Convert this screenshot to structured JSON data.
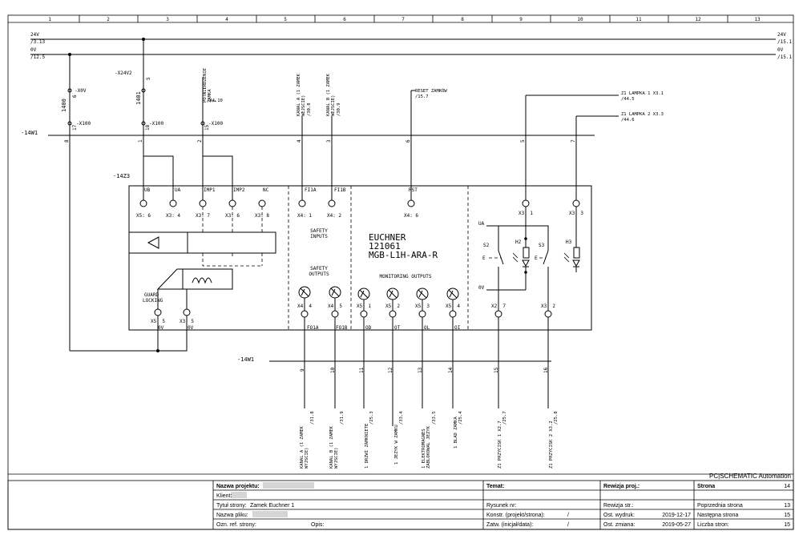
{
  "grid": {
    "columns": [
      "1",
      "2",
      "3",
      "4",
      "5",
      "6",
      "7",
      "8",
      "9",
      "10",
      "11",
      "12",
      "13"
    ]
  },
  "rails": {
    "rail_24v": {
      "label": "24V",
      "ref": "/3.13",
      "label_right": "24V",
      "ref_right": "/15.1"
    },
    "rail_0v": {
      "label": "0V",
      "ref": "/12.5",
      "label_right": "0V",
      "ref_right": "/15.1"
    }
  },
  "cables": {
    "upper": {
      "name": "-14W1",
      "cores": [
        "8",
        "1",
        "2",
        "4",
        "3",
        "6",
        "5",
        "7"
      ]
    },
    "lower": {
      "name": "-14W1",
      "cores": [
        "9",
        "10",
        "11",
        "12",
        "13",
        "14",
        "15",
        "16"
      ]
    }
  },
  "terminals": {
    "x0v": {
      "name": "-X0V",
      "num": "6"
    },
    "x24v2": {
      "name": "-X24V2",
      "num": "5"
    },
    "x100_a": {
      "name": "-X100",
      "num": "17"
    },
    "x100_b": {
      "name": "-X100",
      "num": "18"
    },
    "x100_c": {
      "name": "-X100",
      "num": "15"
    },
    "wire_1400": "1400",
    "wire_1401": "1401"
  },
  "upper_labels": {
    "potwierdzenie": {
      "line1": "POTWIERDZENIE",
      "line2": "ZAMKA",
      "line3": "1",
      "ref": "/44.10"
    },
    "kanal_a_in": {
      "line1": "KANAL A (1 ZAMEK",
      "line2": "WEJSCIE)",
      "ref": "/30.8"
    },
    "kanal_b_in": {
      "line1": "KANAL B (1 ZAMEK",
      "line2": "WEJSCIE)",
      "ref": "/30.9"
    },
    "reset": {
      "text": "RESET ZAMKÓW",
      "ref": "/15.7"
    },
    "lampka1": {
      "text": "Z1 LAMPKA 1 X3.1",
      "ref": "/44.5"
    },
    "lampka2": {
      "text": "Z1 LAMPKA 2 X3.3",
      "ref": "/44.6"
    }
  },
  "device": {
    "tag": "-14Z3",
    "vendor": "EUCHNER",
    "part_no": "121061",
    "model": "MGB-L1H-ARA-R",
    "top_pins": [
      "UB",
      "UA",
      "IMP1",
      "IMP2",
      "NC",
      "FI1A",
      "FI1B",
      "RST"
    ],
    "top_terms": [
      "X5: 6",
      "X3: 4",
      "X3: 7",
      "X3: 6",
      "X3: 8",
      "X4: 1",
      "X4: 2",
      "X4: 6",
      "X3: 1",
      "X3: 3"
    ],
    "safety_inputs": [
      "SAFETY",
      "INPUTS"
    ],
    "safety_outputs": [
      "SAFETY",
      "OUTPUTS"
    ],
    "monitoring_outputs": "MONITORING OUTPUTS",
    "guard_locking": [
      "GUARD",
      "LOCKING"
    ],
    "bottom_terms": [
      "X5: 5",
      "X3: 5",
      "X4: 4",
      "X4: 5",
      "X5: 1",
      "X5: 2",
      "X5: 3",
      "X5: 4",
      "X2: 7",
      "X3: 2"
    ],
    "bottom_pins": [
      "0V",
      "0V",
      "FO1A",
      "FO1B",
      "OD",
      "OT",
      "OL",
      "OI"
    ],
    "panel": {
      "ua": "UA",
      "zero_v": "0V",
      "s2": "S2",
      "s3": "S3",
      "h2": "H2",
      "h3": "H3",
      "e1": "E",
      "e2": "E"
    }
  },
  "lower_labels": [
    {
      "line1": "KANAL A (1 ZAMEK",
      "line2": "WYJSCIE)",
      "ref": "/31.8"
    },
    {
      "line1": "KANAL B (1 ZAMEK",
      "line2": "WYJSCIE)",
      "ref": "/31.9"
    },
    {
      "line1": "1 DRZWI ZAMKNIETE",
      "line2": "",
      "ref": "/25.3"
    },
    {
      "line1": "1 JEZYK W ZAMKU",
      "line2": "",
      "ref": "/33.4"
    },
    {
      "line1": "1 ELEKTROMAGNES",
      "line2": "ZABLOKOWAL JEZYK",
      "ref": "/33.5"
    },
    {
      "line1": "1 BLAD ZAMKA",
      "line2": "",
      "ref": "/25.4"
    },
    {
      "line1": "Z1 PRZYCISK 1 X2.7",
      "line2": "",
      "ref": "/25.7"
    },
    {
      "line1": "Z1 PRZYCISK 2 X3.2",
      "line2": "",
      "ref": "/25.8"
    }
  ],
  "title_block": {
    "brand": "PC|SCHEMATIC Automation",
    "project_label": "Nazwa projektu:",
    "client_label": "Klient:",
    "page_title_label": "Tytuł strony:",
    "page_title_value": "Zamek Euchner 1",
    "file_label": "Nazwa pliku:",
    "ref_label": "Ozn. ref. strony:",
    "desc_label": "Opis:",
    "topic_label": "Temat:",
    "drawing_no_label": "Rysunek nr:",
    "constr_label": "Konstr. (projekt/strona):",
    "constr_value": "/",
    "approved_label": "Zatw. (inicjał/data):",
    "approved_value": "/",
    "rev_proj_label": "Rewizja proj.:",
    "rev_page_label": "Rewizja str.:",
    "printed_label": "Ost. wydruk:",
    "printed_value": "2019-12-17",
    "changed_label": "Ost. zmiana:",
    "changed_value": "2019-05-27",
    "page_label": "Strona",
    "page_value": "14",
    "prev_label": "Poprzednia strona",
    "prev_value": "13",
    "next_label": "Następna strona",
    "next_value": "15",
    "count_label": "Liczba stron:",
    "count_value": "15"
  }
}
